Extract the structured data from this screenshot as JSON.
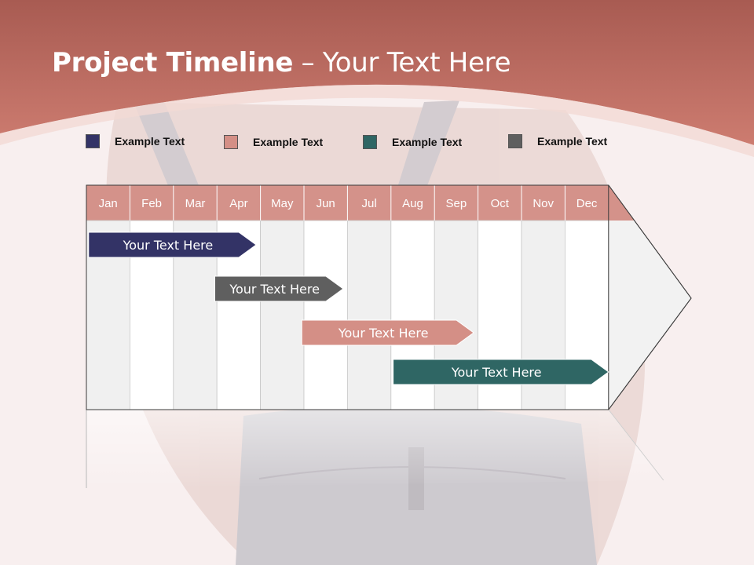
{
  "slide": {
    "title_bold": "Project Timeline",
    "title_rest": " – Your Text Here"
  },
  "colors": {
    "header": "#c57367",
    "navy": "#333366",
    "salmon": "#d48f86",
    "teal": "#2f6664",
    "gray": "#5f5f5f",
    "month_header": "#d4928a"
  },
  "legend": [
    {
      "label": "Example Text",
      "color": "#333366"
    },
    {
      "label": "Example Text",
      "color": "#d48f86"
    },
    {
      "label": "Example Text",
      "color": "#2f6664"
    },
    {
      "label": "Example Text",
      "color": "#5f5f5f"
    }
  ],
  "timeline": {
    "months": [
      "Jan",
      "Feb",
      "Mar",
      "Apr",
      "May",
      "Jun",
      "Jul",
      "Aug",
      "Sep",
      "Oct",
      "Nov",
      "Dec"
    ],
    "bars": [
      {
        "label": "Your  Text Here",
        "color": "#333366",
        "start": 0.05,
        "end": 3.9
      },
      {
        "label": "Your  Text Here",
        "color": "#5f5f5f",
        "start": 2.95,
        "end": 5.9
      },
      {
        "label": "Your  Text Here",
        "color": "#d48f86",
        "start": 4.95,
        "end": 8.9
      },
      {
        "label": "Your  Text Here",
        "color": "#2f6664",
        "start": 7.05,
        "end": 12.0
      }
    ]
  }
}
